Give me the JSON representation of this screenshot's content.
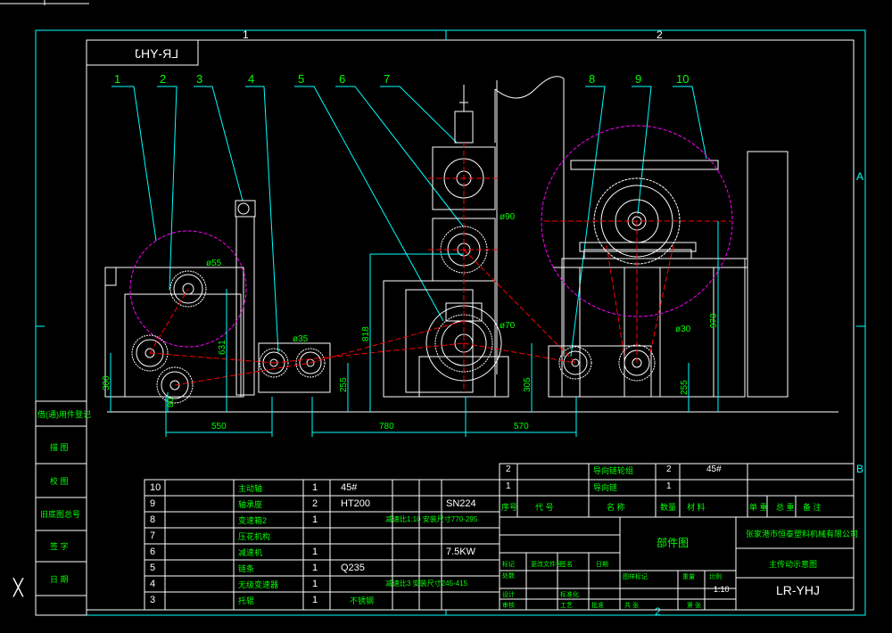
{
  "colors": {
    "background": "#000000",
    "frame": "#00ffff",
    "drawing": "#ffffff",
    "text": "#00ff00",
    "centerline": "#ff0000",
    "pitch_circle": "#ff00ff"
  },
  "zone_labels": {
    "col1": "1",
    "col2": "2",
    "rowA": "A",
    "rowB": "B",
    "bottom": "2"
  },
  "mirrored_code": "LR-YHJ",
  "balloons": [
    "1",
    "2",
    "3",
    "4",
    "5",
    "6",
    "7",
    "8",
    "9",
    "10"
  ],
  "dims": {
    "phi55": "ø55",
    "phi35": "ø35",
    "phi90": "ø90",
    "phi70": "ø70",
    "phi30": "ø30",
    "h631": "631",
    "h300": "300",
    "h255a": "255",
    "h818": "818",
    "h305": "305",
    "h970": "970",
    "h255b": "255",
    "h80": "80",
    "w550": "550",
    "w780": "780",
    "w570": "570"
  },
  "left_panel": [
    "借(通)用件登记",
    "描 图",
    "校 图",
    "旧底图总号",
    "签 字",
    "日 期"
  ],
  "parts_table": {
    "rows": [
      {
        "no": "10",
        "name": "主动轴",
        "qty": "1",
        "material": "45#",
        "note": ""
      },
      {
        "no": "9",
        "name": "轴承座",
        "qty": "2",
        "material": "HT200",
        "note": "SN224"
      },
      {
        "no": "8",
        "name": "变速箱2",
        "qty": "1",
        "material": "",
        "note": "减速比1:10 安装尺寸770-295"
      },
      {
        "no": "7",
        "name": "压花机构",
        "qty": "",
        "material": "",
        "note": ""
      },
      {
        "no": "6",
        "name": "减速机",
        "qty": "1",
        "material": "",
        "note": "7.5KW"
      },
      {
        "no": "5",
        "name": "链条",
        "qty": "1",
        "material": "Q235",
        "note": ""
      },
      {
        "no": "4",
        "name": "无级变速器",
        "qty": "1",
        "material": "",
        "note": "减速比3 安装尺寸245-415"
      },
      {
        "no": "3",
        "name": "托辊",
        "qty": "1",
        "material": "不锈钢",
        "note": ""
      }
    ]
  },
  "title_block": {
    "upper_rows": [
      {
        "no": "2",
        "name": "导向链轮组",
        "qty": "2",
        "material": "45#"
      },
      {
        "no": "1",
        "name": "导向链",
        "qty": "1",
        "material": ""
      }
    ],
    "header": [
      "序号",
      "代 号",
      "名 称",
      "数量",
      "材 料",
      "单 重",
      "总 重",
      "备 注"
    ],
    "assembly_label": "部件图",
    "company": "张家港市恒泰塑料机械有限公司",
    "drawing_name": "主传动示意图",
    "drawing_code": "LR-YHJ",
    "scale": "1:10",
    "small_labels": [
      "标记",
      "处数",
      "更改文件号",
      "签名",
      "日期",
      "设计",
      "标准化",
      "审核",
      "工艺",
      "批准",
      "图样标记",
      "重量",
      "比例",
      "共 张",
      "第 张"
    ]
  }
}
